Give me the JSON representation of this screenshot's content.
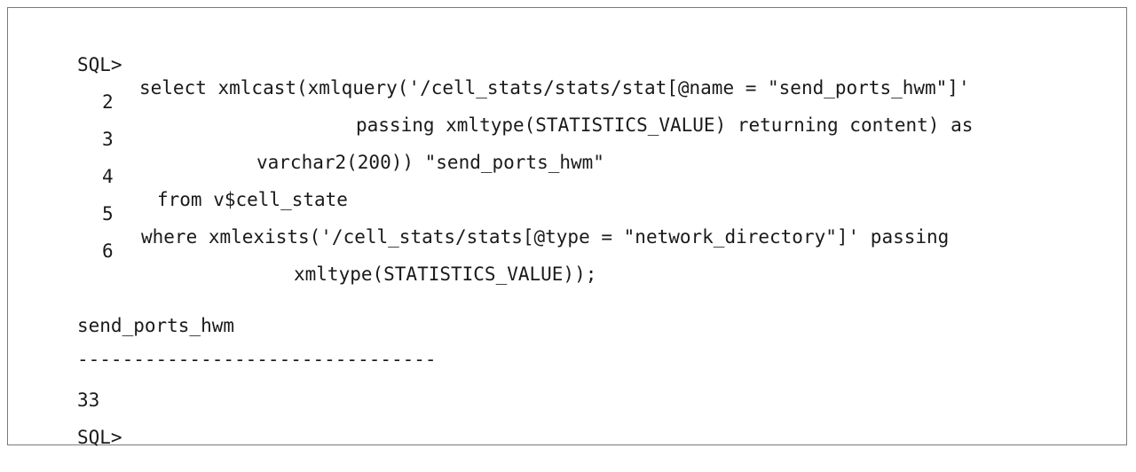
{
  "prompt": "SQL>",
  "statement": [
    {
      "num": "",
      "text": "select xmlcast(xmlquery('/cell_stats/stats/stat[@name = \"send_ports_hwm\"]'"
    },
    {
      "num": "2",
      "text": "passing xmltype(STATISTICS_VALUE) returning content) as"
    },
    {
      "num": "3",
      "text": "varchar2(200)) \"send_ports_hwm\""
    },
    {
      "num": "4",
      "text": "from v$cell_state"
    },
    {
      "num": "5",
      "text": "where xmlexists('/cell_stats/stats[@type = \"network_directory\"]' passing"
    },
    {
      "num": "6",
      "text": "xmltype(STATISTICS_VALUE));"
    }
  ],
  "result": {
    "column_header": "send_ports_hwm",
    "separator": "--------------------------------",
    "value": "33"
  },
  "final_prompt": "SQL>"
}
